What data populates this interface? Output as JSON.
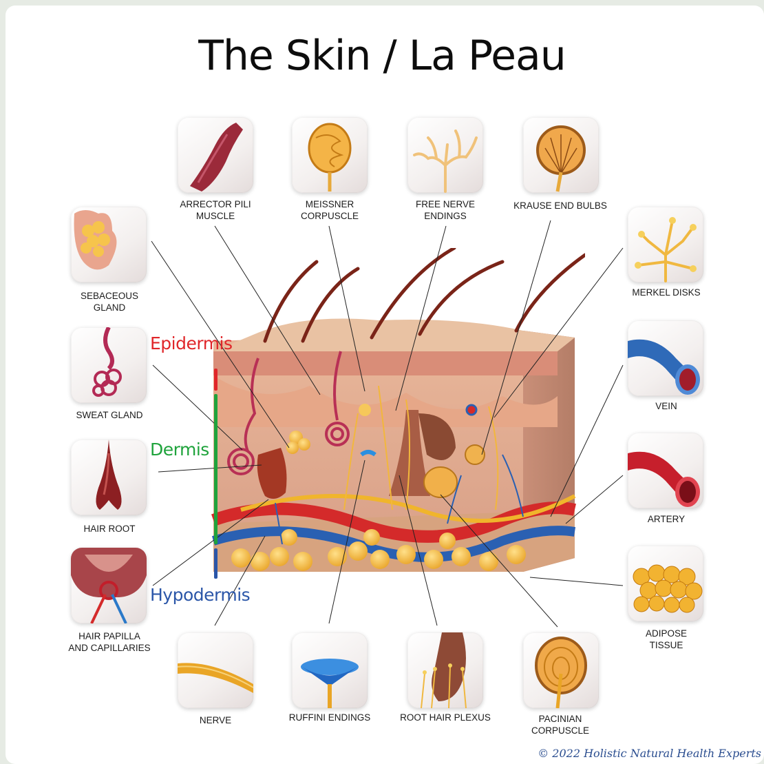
{
  "title": "The Skin / La Peau",
  "layers": {
    "epidermis": "Epidermis",
    "dermis": "Dermis",
    "hypodermis": "Hypodermis"
  },
  "labels": {
    "arrector_pili": "ARRECTOR PILI\nMUSCLE",
    "meissner": "MEISSNER\nCORPUSCLE",
    "free_nerve": "FREE NERVE\nENDINGS",
    "krause": "KRAUSE END BULBS",
    "sebaceous": "SEBACEOUS\nGLAND",
    "sweat_gland": "SWEAT GLAND",
    "hair_root": "HAIR ROOT",
    "hair_papilla": "HAIR PAPILLA\nAND CAPILLARIES",
    "merkel": "MERKEL DISKS",
    "vein": "VEIN",
    "artery": "ARTERY",
    "adipose": "ADIPOSE\nTISSUE",
    "nerve": "NERVE",
    "ruffini": "RUFFINI ENDINGS",
    "root_hair_plexus": "ROOT HAIR PLEXUS",
    "pacinian": "PACINIAN\nCORPUSCLE"
  },
  "colors": {
    "epidermis": "#e0262a",
    "dermis": "#1fa33c",
    "hypodermis": "#2b56a8"
  },
  "copyright": "2022 Holistic Natural Health Experts"
}
